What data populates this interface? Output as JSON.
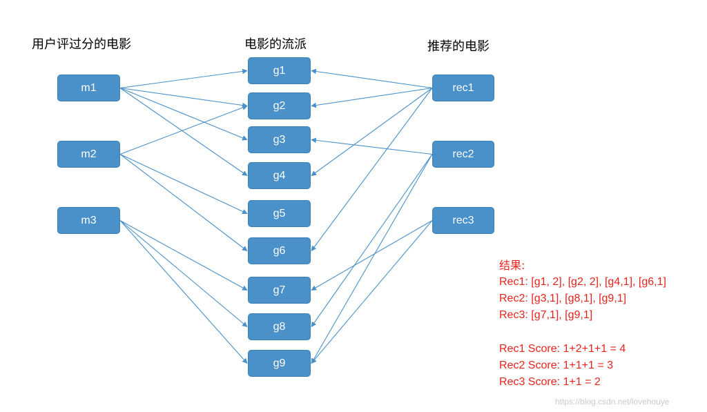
{
  "headings": {
    "users": "用户评过分的电影",
    "genres": "电影的流派",
    "recs": "推荐的电影"
  },
  "user_movies": [
    "m1",
    "m2",
    "m3"
  ],
  "genres": [
    "g1",
    "g2",
    "g3",
    "g4",
    "g5",
    "g6",
    "g7",
    "g8",
    "g9"
  ],
  "recommendations": [
    "rec1",
    "rec2",
    "rec3"
  ],
  "user_edges": {
    "m1": [
      "g1",
      "g2",
      "g3",
      "g4"
    ],
    "m2": [
      "g2",
      "g5",
      "g6"
    ],
    "m3": [
      "g7",
      "g8",
      "g9"
    ]
  },
  "rec_edges": {
    "rec1": [
      "g1",
      "g2",
      "g4",
      "g6"
    ],
    "rec2": [
      "g3",
      "g8",
      "g9"
    ],
    "rec3": [
      "g7",
      "g9"
    ]
  },
  "result": {
    "title": "结果:",
    "lines": [
      "Rec1: [g1, 2], [g2, 2], [g4,1], [g6,1]",
      "Rec2: [g3,1], [g8,1], [g9,1]",
      "Rec3: [g7,1], [g9,1]"
    ],
    "scores": [
      "Rec1 Score: 1+2+1+1 = 4",
      "Rec2 Score: 1+1+1 = 3",
      "Rec3 Score: 1+1 = 2"
    ]
  },
  "watermark": "https://blog.csdn.net/lovehouye",
  "colors": {
    "node_fill": "#4a90c9",
    "edge": "#4a90c9",
    "result_text": "#e6231c"
  }
}
